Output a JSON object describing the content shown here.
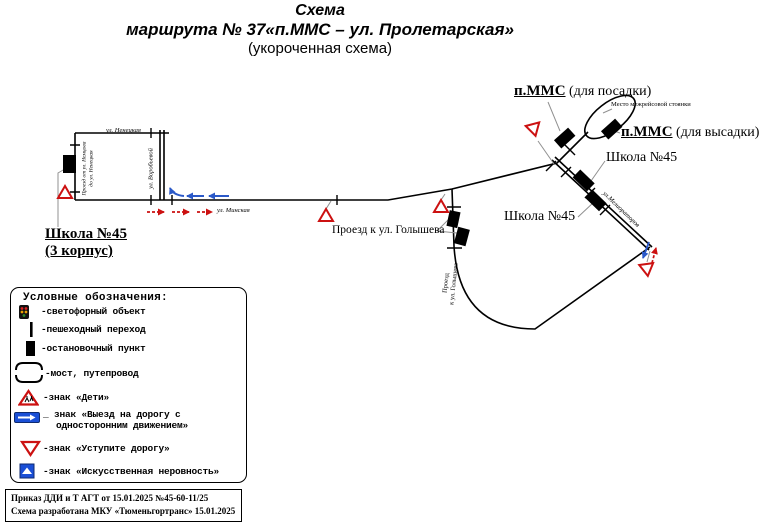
{
  "title": {
    "line1": "Схема",
    "line2": "маршрута № 37«п.ММС – ул. Пролетарская»",
    "line3": "(укороченная схема)"
  },
  "map": {
    "school45_building3": {
      "line1": "Школа №45",
      "line2": "(3 корпус)"
    },
    "school45_stop_left": "Школа №45",
    "school45_stop_right": "Школа №45",
    "mms_boarding": {
      "name": "п.ММС",
      "note": " (для посадки)"
    },
    "mms_alighting": {
      "name": "п.ММС",
      "note": " (для высадки)"
    },
    "interrun_parking": "Место межрейсовой стоянки",
    "golysheva_access_label": "Проезд к ул. Голышева",
    "golysheva_access_road": {
      "line1": "Проезд",
      "line2": "к ул. Голышева"
    },
    "streets": {
      "nenetskaya": "ул. Ненецкая",
      "vorobyevoy": "ул. Воробьевой",
      "minskaya": "ул. Минская",
      "melioratorov": "ул.Мелиораторов",
      "proezd_nemtsova": {
        "line1": "Проезд от ул. Немцова",
        "line2": "до ул. Ненецкая"
      }
    }
  },
  "legend": {
    "title": "Условные обозначения:",
    "items": [
      {
        "icon": "traffic-light",
        "label": "-светофорный объект"
      },
      {
        "icon": "pedestrian-crossing",
        "label": "-пешеходный переход"
      },
      {
        "icon": "bus-stop",
        "label": "-остановочный пункт"
      },
      {
        "icon": "bridge",
        "label": "-мост, путепровод"
      },
      {
        "icon": "children-sign",
        "label": "-знак «Дети»"
      },
      {
        "icon": "one-way-sign",
        "label": "_ знак «Выезд на дорогу с",
        "label2": "односторонним движением»"
      },
      {
        "icon": "give-way-sign",
        "label": "-знак «Уступите дорогу»"
      },
      {
        "icon": "speed-bump-sign",
        "label": "-знак «Искусственная неровность»"
      }
    ]
  },
  "footer": {
    "line1": "Приказ ДДИ и Т АГТ от 15.01.2025 №45-60-11/25",
    "line2": "Схема разработана МКУ «Тюменьгортранс» 15.01.2025"
  },
  "colors": {
    "road": "#000000",
    "warning_red": "#cc1111",
    "arrow_blue": "#2b59c8",
    "sign_blue": "#1a4fd6",
    "leader_gray": "#909090"
  }
}
